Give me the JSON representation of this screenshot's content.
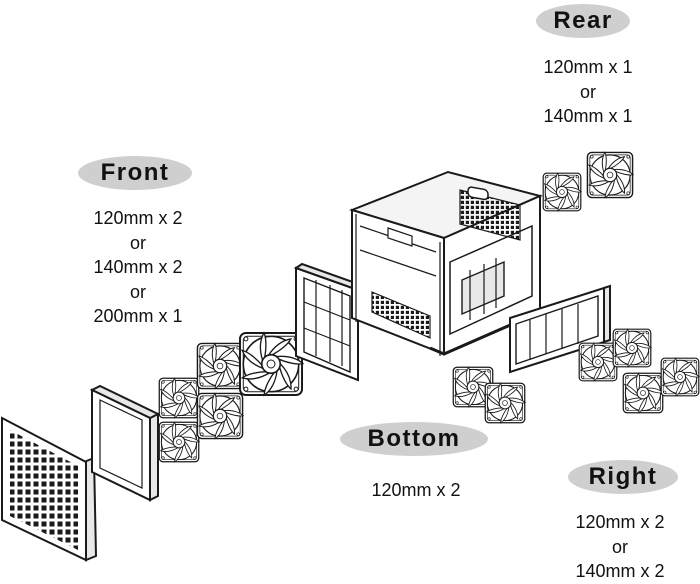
{
  "groups": {
    "rear": {
      "title": "Rear",
      "lines": [
        "120mm x 1",
        "or",
        "140mm x 1"
      ]
    },
    "front": {
      "title": "Front",
      "lines": [
        "120mm x 2",
        "or",
        "140mm x 2",
        "or",
        "200mm x 1"
      ]
    },
    "bottom": {
      "title": "Bottom",
      "lines": [
        "120mm x 2"
      ]
    },
    "right": {
      "title": "Right",
      "lines": [
        "120mm x 2",
        "or",
        "140mm x 2"
      ]
    }
  },
  "colors": {
    "badge": "#cfcfcf",
    "line": "#1a1a1a",
    "background": "#ffffff"
  }
}
